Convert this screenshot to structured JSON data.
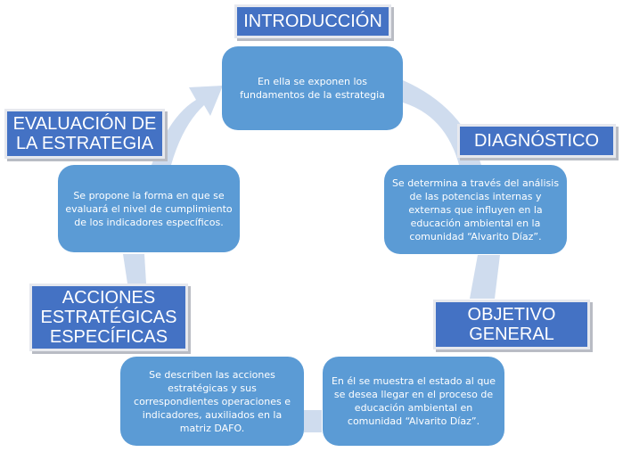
{
  "diagram": {
    "type": "cycle",
    "colors": {
      "title_bg": "#4472c4",
      "card_bg": "#5b9bd5",
      "arrow": "#cfdcee",
      "text": "#ffffff"
    },
    "steps": [
      {
        "title": "INTRODUCCIÓN",
        "description": "En ella se exponen los fundamentos de la estrategia"
      },
      {
        "title": "DIAGNÓSTICO",
        "description": "Se determina a través del análisis de las potencias internas y externas que influyen en la educación ambiental en la comunidad “Alvarito Díaz”."
      },
      {
        "title": "OBJETIVO GENERAL",
        "description": "En él se muestra el estado al que se desea llegar en el proceso de educación ambiental en comunidad “Alvarito Díaz”."
      },
      {
        "title": "ACCIONES ESTRATÉGICAS ESPECÍFICAS",
        "description": "Se describen las acciones estratégicas y sus correspondientes operaciones e indicadores, auxiliados en la matriz DAFO."
      },
      {
        "title": "EVALUACIÓN DE LA ESTRATEGIA",
        "description": "Se propone la forma en que se evaluará el nivel de cumplimiento de los indicadores específicos."
      }
    ]
  }
}
